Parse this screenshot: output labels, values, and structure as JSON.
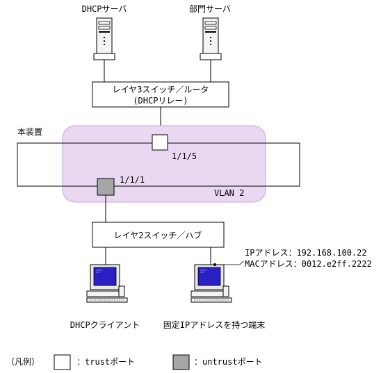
{
  "colors": {
    "vlan_fill": "#ead7f2",
    "vlan_stroke": "#c9a6da",
    "untrust_fill": "#a6a6a6",
    "screen": "#2a1fc2"
  },
  "servers": {
    "dhcp": "DHCPサーバ",
    "dept": "部門サーバ"
  },
  "l3switch": {
    "line1": "レイヤ3スイッチ／ルータ",
    "line2": "(DHCPリレー)"
  },
  "device_label": "本装置",
  "ports": {
    "trust": "1/1/5",
    "untrust": "1/1/1"
  },
  "vlan_label": "VLAN 2",
  "l2switch": "レイヤ2スイッチ／ハブ",
  "fixed_host": {
    "ip": "IPアドレス：192.168.100.22",
    "mac": "MACアドレス：0012.e2ff.2222"
  },
  "clients": {
    "dhcp": "DHCPクライアント",
    "fixed": "固定IPアドレスを持つ端末"
  },
  "legend": {
    "title": "（凡例）",
    "trust": "：trustポート",
    "untrust": "：untrustポート"
  },
  "icons": {
    "server": "server-tower-icon",
    "pc": "desktop-pc-icon"
  }
}
